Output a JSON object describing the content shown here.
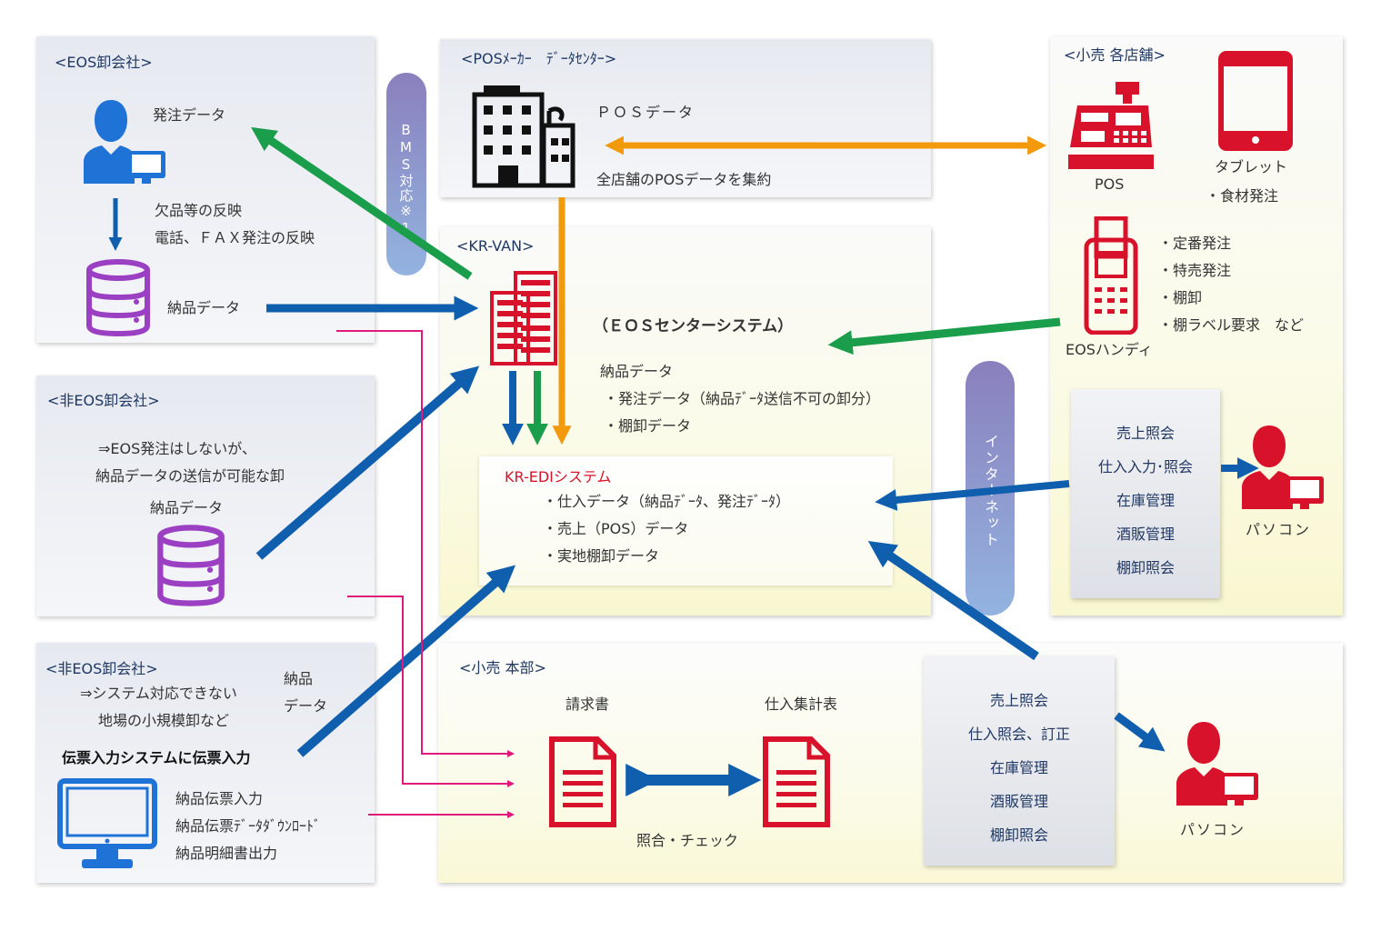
{
  "panels": {
    "eos_wholesaler": {
      "title": "<EOS卸会社>",
      "order_data": "発注データ",
      "reflect_line1": "欠品等の反映",
      "reflect_line2": "電話、ＦＡＸ発注の反映",
      "delivery_data": "納品データ"
    },
    "bms": {
      "label": "BMS対応※1"
    },
    "pos_center": {
      "title": "<POSﾒｰｶｰ　ﾃﾞｰﾀｾﾝﾀｰ>",
      "pos_data": "ＰＯＳデータ",
      "aggregate": "全店舗のPOSデータを集約"
    },
    "stores": {
      "title": "<小売 各店舗>",
      "pos_label": "POS",
      "tablet_label": "タブレット",
      "tablet_note": "・食材発注",
      "handy_items": [
        "・定番発注",
        "・特売発注",
        "・棚卸",
        "・棚ラベル要求　など"
      ],
      "handy_label": "EOSハンディ",
      "menu": [
        "売上照会",
        "仕入入力･照会",
        "在庫管理",
        "酒販管理",
        "棚卸照会"
      ],
      "pc_label": "パソコン"
    },
    "krvan": {
      "title": "<KR-VAN>",
      "eos_center": "（ＥＯＳセンターシステム）",
      "data_lines": [
        "納品データ",
        "・発注データ（納品ﾃﾞｰﾀ送信不可の卸分）",
        "・棚卸データ"
      ],
      "edi_title": "KR-EDIシステム",
      "edi_lines": [
        "・仕入データ（納品ﾃﾞｰﾀ、発注ﾃﾞｰﾀ）",
        "・売上（POS）データ",
        "・実地棚卸データ"
      ]
    },
    "internet": {
      "label": "インターネット"
    },
    "non_eos_1": {
      "title": "<非EOS卸会社>",
      "desc1": "⇒EOS発注はしないが、",
      "desc2": "納品データの送信が可能な卸",
      "delivery_data": "納品データ"
    },
    "non_eos_2": {
      "title": "<非EOS卸会社>",
      "desc1": "⇒システム対応できない",
      "desc2": "地場の小規模卸など",
      "side1": "納品",
      "side2": "データ",
      "system": "伝票入力システムに伝票入力",
      "features": [
        "納品伝票入力",
        "納品伝票ﾃﾞｰﾀﾀﾞｳﾝﾛｰﾄﾞ",
        "納品明細書出力"
      ]
    },
    "hq": {
      "title": "<小売 本部>",
      "invoice": "請求書",
      "purchase_summary": "仕入集計表",
      "check": "照合・チェック",
      "menu": [
        "売上照会",
        "仕入照会、訂正",
        "在庫管理",
        "酒販管理",
        "棚卸照会"
      ],
      "pc_label": "パソコン"
    }
  },
  "colors": {
    "blue_arrow": "#0f5fae",
    "green_arrow": "#1a9e4b",
    "orange_arrow": "#f29a0c",
    "magenta_line": "#e0197d",
    "person_blue": "#1f73d6",
    "red_icon": "#d9122b",
    "purple_db": "#9b40c2",
    "pill_top": "#8a80bd",
    "pill_bottom": "#93b3e0"
  },
  "icons": [
    "user-with-pc-icon",
    "database-icon",
    "building-icon",
    "server-rack-icon",
    "cash-register-icon",
    "tablet-icon",
    "handy-terminal-icon",
    "monitor-icon",
    "document-icon"
  ]
}
